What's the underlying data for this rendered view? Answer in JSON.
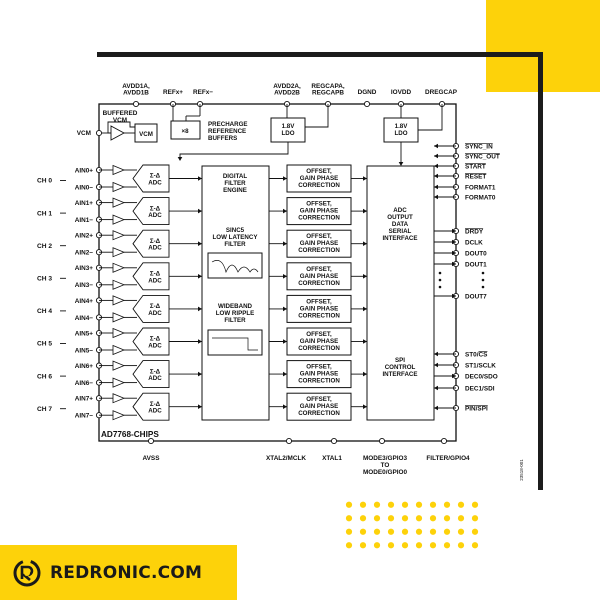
{
  "brand": {
    "name": "REDRONIC.COM",
    "logo_icon": "redronic-logo-icon",
    "accent": "#fdd20a",
    "frame": "#1c1c1c"
  },
  "chip": {
    "name": "AD7768-CHIPS",
    "figure_id": "23518-001"
  },
  "top_pins": {
    "avdd1": [
      "AVDD1A,",
      "AVDD1B"
    ],
    "refp": "REFx+",
    "refn": "REFx−",
    "avdd2": [
      "AVDD2A,",
      "AVDD2B"
    ],
    "regcap": [
      "REGCAPA,",
      "REGCAPB"
    ],
    "dgnd": "DGND",
    "iovdd": "IOVDD",
    "dregcap": "DREGCAP"
  },
  "blocks": {
    "buffered_vcm": [
      "BUFFERED",
      "VCM"
    ],
    "vcm_box": "VCM",
    "vcm_pin": "VCM",
    "x8": "×8",
    "precharge": [
      "PRECHARGE",
      "REFERENCE",
      "BUFFERS"
    ],
    "ldo_analog": [
      "1.8V",
      "LDO"
    ],
    "ldo_digital": [
      "1.8V",
      "LDO"
    ],
    "filter_engine": [
      "DIGITAL",
      "FILTER",
      "ENGINE"
    ],
    "sinc5": [
      "SINC5",
      "LOW LATENCY",
      "FILTER"
    ],
    "wideband": [
      "WIDEBAND",
      "LOW RIPPLE",
      "FILTER"
    ],
    "adc_output": [
      "ADC",
      "OUTPUT",
      "DATA",
      "SERIAL",
      "INTERFACE"
    ],
    "spi": [
      "SPI",
      "CONTROL",
      "INTERFACE"
    ],
    "adc": [
      "Σ-Δ",
      "ADC"
    ],
    "offset": [
      "OFFSET,",
      "GAIN PHASE",
      "CORRECTION"
    ]
  },
  "channels": [
    {
      "name": "CH 0",
      "pos": "AIN0+",
      "neg": "AIN0−"
    },
    {
      "name": "CH 1",
      "pos": "AIN1+",
      "neg": "AIN1−"
    },
    {
      "name": "CH 2",
      "pos": "AIN2+",
      "neg": "AIN2−"
    },
    {
      "name": "CH 3",
      "pos": "AIN3+",
      "neg": "AIN3−"
    },
    {
      "name": "CH 4",
      "pos": "AIN4+",
      "neg": "AIN4−"
    },
    {
      "name": "CH 5",
      "pos": "AIN5+",
      "neg": "AIN5−"
    },
    {
      "name": "CH 6",
      "pos": "AIN6+",
      "neg": "AIN6−"
    },
    {
      "name": "CH 7",
      "pos": "AIN7+",
      "neg": "AIN7−"
    }
  ],
  "right_pins": [
    "SYNC_IN",
    "SYNC_OUT",
    "START",
    "RESET",
    "FORMAT1",
    "FORMAT0",
    "DRDY",
    "DCLK",
    "DOUT0",
    "DOUT1",
    "DOUT7",
    "ST0/CS",
    "ST1/SCLK",
    "DEC0/SDO",
    "DEC1/SDI",
    "PIN/SPI"
  ],
  "bottom_pins": {
    "avss": "AVSS",
    "xtal2": "XTAL2/MCLK",
    "xtal1": "XTAL1",
    "mode": [
      "MODE3/GPIO3",
      "TO",
      "MODE0/GPIO0"
    ],
    "filter": "FILTER/GPIO4"
  }
}
